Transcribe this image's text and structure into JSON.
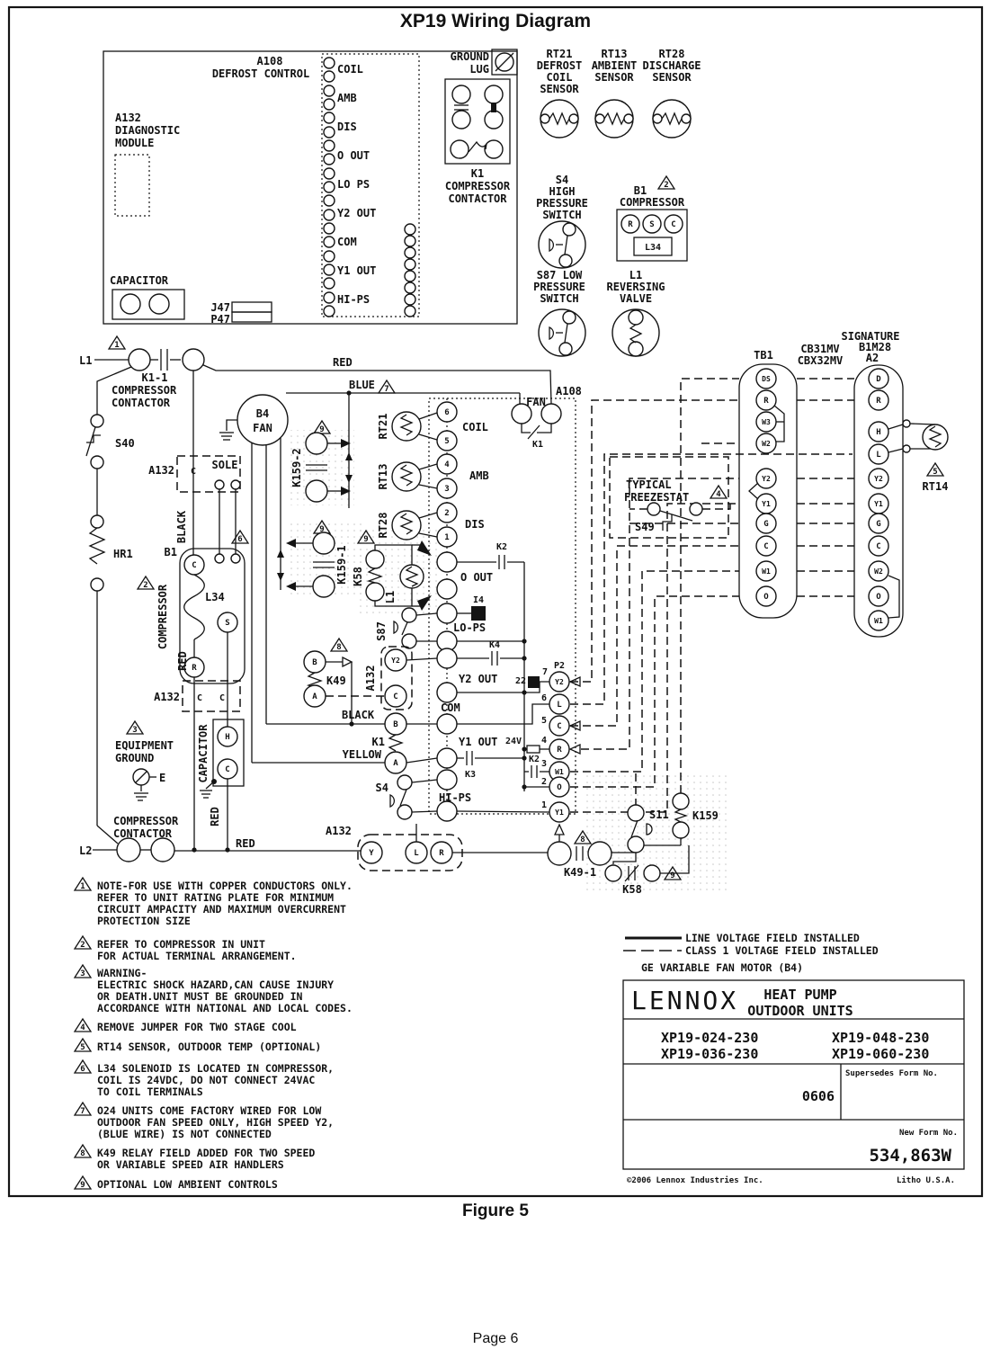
{
  "title": "XP19 Wiring Diagram",
  "caption": "Figure 5",
  "page_number": "Page 6",
  "panel": {
    "a108": "A108",
    "defrost_control": "DEFROST CONTROL",
    "a132": "A132",
    "diagnostic": "DIAGNOSTIC",
    "module": "MODULE",
    "capacitor": "CAPACITOR",
    "j47": "J47",
    "p47": "P47",
    "ground": "GROUND",
    "lug": "LUG",
    "k1": "K1",
    "compressor": "COMPRESSOR",
    "contactor": "CONTACTOR",
    "terminals": [
      "COIL",
      "AMB",
      "DIS",
      "O OUT",
      "LO PS",
      "Y2 OUT",
      "COM",
      "Y1 OUT",
      "HI-PS"
    ]
  },
  "sensors": {
    "rt21": {
      "id": "RT21",
      "l1": "DEFROST",
      "l2": "COIL",
      "l3": "SENSOR"
    },
    "rt13": {
      "id": "RT13",
      "l1": "AMBIENT",
      "l2": "SENSOR"
    },
    "rt28": {
      "id": "RT28",
      "l1": "DISCHARGE",
      "l2": "SENSOR"
    }
  },
  "devices": {
    "s4": {
      "id": "S4",
      "l1": "HIGH",
      "l2": "PRESSURE",
      "l3": "SWITCH"
    },
    "s87": {
      "id": "S87 LOW",
      "l1": "PRESSURE",
      "l2": "SWITCH"
    },
    "b1": {
      "id": "B1",
      "name": "COMPRESSOR",
      "t1": "R",
      "t2": "S",
      "t3": "C",
      "l34": "L34"
    },
    "l1_valve": {
      "id": "L1",
      "l1": "REVERSING",
      "l2": "VALVE"
    }
  },
  "schematic": {
    "l1": "L1",
    "l2": "L2",
    "k1_1": "K1-1",
    "compressor": "COMPRESSOR",
    "contactor": "CONTACTOR",
    "s40": "S40",
    "a132": "A132",
    "c": "C",
    "sole": "SOLE",
    "black": "BLACK",
    "hr1": "HR1",
    "b1": "B1",
    "l34": "L34",
    "s": "S",
    "r": "R",
    "h": "H",
    "e": "E",
    "a": "A",
    "b": "B",
    "y": "Y",
    "l": "L",
    "red": "RED",
    "blue": "BLUE",
    "yellow": "YELLOW",
    "capacitor": "CAPACITOR",
    "equipment": "EQUIPMENT",
    "ground": "GROUND",
    "b4": "B4",
    "fan": "FAN",
    "k1": "K1",
    "k159_2": "K159-2",
    "k159_1": "K159-1",
    "k58": "K58",
    "k159": "K159",
    "k49": "K49",
    "k49_1": "K49-1",
    "rt21": "RT21",
    "rt13": "RT13",
    "rt28": "RT28",
    "a108": "A108",
    "coil": "COIL",
    "amb": "AMB",
    "dis": "DIS",
    "o_out": "O OUT",
    "lo_ps": "LO-PS",
    "y2_out": "Y2 OUT",
    "com": "COM",
    "y1_out": "Y1 OUT",
    "hi_ps": "HI-PS",
    "n1": "1",
    "n2": "2",
    "n3": "3",
    "n4": "4",
    "n5": "5",
    "n6": "6",
    "i4": "I4",
    "k2": "K2",
    "k3": "K3",
    "k4": "K4",
    "s87": "S87",
    "y2": "Y2",
    "s4": "S4",
    "s11": "S11",
    "s49": "S49",
    "p2": "P2",
    "n22": "22",
    "n24v": "24V",
    "typical": "TYPICAL",
    "freezestat": "FREEZESTAT"
  },
  "p2_terminals": [
    {
      "n": "7",
      "t": "Y2"
    },
    {
      "n": "6",
      "t": "L"
    },
    {
      "n": "5",
      "t": "C"
    },
    {
      "n": "4",
      "t": "R"
    },
    {
      "n": "3",
      "t": "W1"
    },
    {
      "n": "2",
      "t": "O"
    },
    {
      "n": "1",
      "t": "Y1"
    }
  ],
  "strips": {
    "tb1": "TB1",
    "cb31mv": "CB31MV",
    "cbx32mv": "CBX32MV",
    "signature": "SIGNATURE",
    "b1m28": "B1M28",
    "a2": "A2",
    "rt14": "RT14",
    "tb1_terminals": [
      "DS",
      "R",
      "W3",
      "W2",
      "Y2",
      "Y1",
      "G",
      "C",
      "W1",
      "O"
    ],
    "a2_terminals": [
      "D",
      "R",
      "H",
      "L",
      "Y2",
      "Y1",
      "G",
      "C",
      "W2",
      "O",
      "W1"
    ]
  },
  "marks": {
    "m1": "1",
    "m2": "2",
    "m3": "3",
    "m4": "4",
    "m5": "5",
    "m6": "6",
    "m7": "7",
    "m8": "8",
    "m9": "9"
  },
  "notes": [
    {
      "num": "1",
      "lines": [
        "NOTE-FOR USE WITH COPPER CONDUCTORS ONLY.",
        "REFER TO UNIT RATING PLATE FOR MINIMUM",
        "CIRCUIT AMPACITY AND MAXIMUM OVERCURRENT",
        "PROTECTION SIZE"
      ]
    },
    {
      "num": "2",
      "lines": [
        "REFER TO COMPRESSOR IN UNIT",
        "FOR ACTUAL TERMINAL ARRANGEMENT."
      ]
    },
    {
      "num": "3",
      "lines": [
        "WARNING-",
        "ELECTRIC SHOCK HAZARD,CAN CAUSE INJURY",
        "OR DEATH.UNIT MUST BE GROUNDED IN",
        "ACCORDANCE WITH NATIONAL AND LOCAL CODES."
      ]
    },
    {
      "num": "4",
      "lines": [
        "REMOVE JUMPER FOR TWO STAGE COOL"
      ]
    },
    {
      "num": "5",
      "lines": [
        "RT14 SENSOR, OUTDOOR TEMP (OPTIONAL)"
      ]
    },
    {
      "num": "6",
      "lines": [
        "L34 SOLENOID IS LOCATED IN COMPRESSOR,",
        "COIL IS 24VDC, DO NOT CONNECT 24VAC",
        "TO COIL TERMINALS"
      ]
    },
    {
      "num": "7",
      "lines": [
        "O24 UNITS COME FACTORY WIRED FOR LOW",
        "OUTDOOR FAN SPEED ONLY, HIGH SPEED Y2,",
        "(BLUE WIRE) IS NOT CONNECTED"
      ]
    },
    {
      "num": "8",
      "lines": [
        "K49 RELAY FIELD ADDED FOR TWO SPEED",
        "OR VARIABLE SPEED AIR HANDLERS"
      ]
    },
    {
      "num": "9",
      "lines": [
        "OPTIONAL LOW AMBIENT CONTROLS"
      ]
    }
  ],
  "legend": {
    "line1": "LINE VOLTAGE FIELD INSTALLED",
    "line2": "CLASS 1  VOLTAGE FIELD INSTALLED",
    "motor": "GE VARIABLE FAN MOTOR (B4)"
  },
  "title_block": {
    "brand": "LENNOX",
    "product_line1": "HEAT PUMP",
    "product_line2": "OUTDOOR UNITS",
    "models": [
      "XP19-024-230",
      "XP19-048-230",
      "XP19-036-230",
      "XP19-060-230"
    ],
    "supersedes_label": "Supersedes Form No.",
    "supersedes_value": "0606",
    "new_form_label": "New Form No.",
    "new_form_value": "534,863W",
    "copyright": "©2006 Lennox Industries Inc.",
    "litho": "Litho U.S.A."
  }
}
